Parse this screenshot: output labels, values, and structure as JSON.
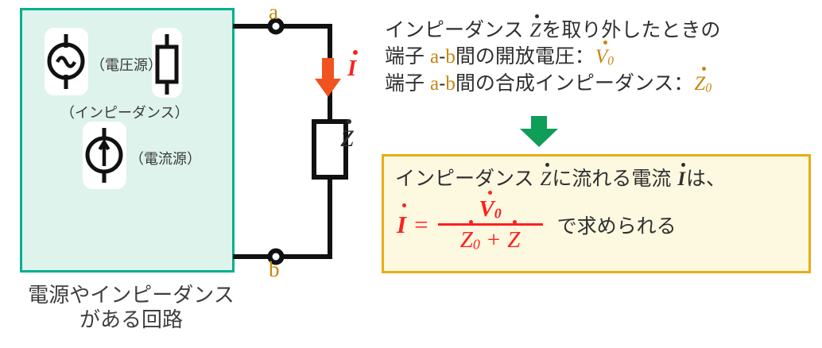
{
  "circuit_block": {
    "border_color": "#00b08d",
    "fill_color": "#ddf3ec",
    "voltage_source_label": "（電圧源）",
    "impedance_label": "（インピーダンス）",
    "current_source_label": "（電流源）",
    "icons": {
      "voltage_source": "ac-voltage-source-icon",
      "impedance": "impedance-box-icon",
      "current_source": "current-source-icon"
    }
  },
  "caption": {
    "line1": "電源やインピーダンス",
    "line2": "がある回路"
  },
  "terminals": {
    "a": "a",
    "b": "b",
    "label_color": "#c8860d"
  },
  "current_arrow": {
    "symbol": "I",
    "dot": "·",
    "arrow_color": "#f0531f",
    "label_color": "#ff2020"
  },
  "load": {
    "symbol": "Z",
    "dot": "·",
    "color": "#2e2e2e"
  },
  "given": {
    "line1_pre": "インピーダンス ",
    "line1_var": "Z",
    "line1_post": "を取り外したときの",
    "line2_pre": "端子 ",
    "line2_a": "a",
    "line2_dash": "-",
    "line2_b": "b",
    "line2_mid": "間の開放電圧：",
    "line2_var": "V",
    "line2_sub": "0",
    "line3_pre": "端子 ",
    "line3_a": "a",
    "line3_dash": "-",
    "line3_b": "b",
    "line3_mid": "間の合成インピーダンス：",
    "line3_var": "Z",
    "line3_sub": "0"
  },
  "flow_arrow": {
    "name": "green-down-arrow",
    "color": "#0f9d58"
  },
  "result": {
    "box_border": "#e8ac16",
    "box_fill": "#fdf8e0",
    "line1_pre": "インピーダンス ",
    "line1_var": "Z",
    "line1_mid": "に流れる電流 ",
    "line1_var2": "I",
    "line1_post": "は、",
    "formula": {
      "lhs": "I",
      "eq": "=",
      "numerator": "V",
      "numerator_sub": "0",
      "den_first": "Z",
      "den_first_sub": "0",
      "den_plus": "+",
      "den_second": "Z",
      "tail": "で求められる"
    }
  }
}
